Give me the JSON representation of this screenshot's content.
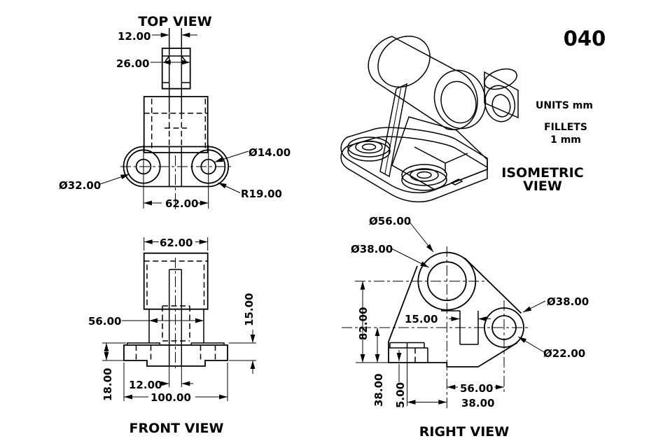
{
  "sheet": {
    "number": "040",
    "units_note": "UNITS mm",
    "fillets_note_line1": "FILLETS",
    "fillets_note_line2": "1 mm"
  },
  "views": {
    "top": {
      "label": "TOP VIEW",
      "dims": {
        "slot_width": "12.00",
        "block_width": "26.00",
        "hole_dia": "Ø14.00",
        "boss_dia": "Ø32.00",
        "end_radius": "R19.00",
        "hole_spacing": "62.00"
      }
    },
    "front": {
      "label": "FRONT VIEW",
      "dims": {
        "block_width": "62.00",
        "mid_width": "56.00",
        "base_thickness_right": "15.00",
        "base_thickness_left": "18.00",
        "slot_width": "12.00",
        "base_width": "100.00"
      }
    },
    "right": {
      "label": "RIGHT VIEW",
      "dims": {
        "boss_dia": "Ø56.00",
        "bore_dia": "Ø38.00",
        "small_boss_dia": "Ø38.00",
        "small_bore_dia": "Ø22.00",
        "notch_width": "15.00",
        "total_height": "82.00",
        "small_center_height": "38.00",
        "pad_height": "5.00",
        "center_offset": "56.00",
        "pad_offset": "38.00"
      }
    },
    "isometric": {
      "label_line1": "ISOMETRIC",
      "label_line2": "VIEW"
    }
  },
  "colors": {
    "line": "#000000",
    "background": "#ffffff",
    "part_mid": "#b6b267",
    "part_dark": "#8d894a",
    "part_light": "#c9c57c",
    "part_highlight": "#f2f1b2",
    "bore_dark": "#45431f"
  }
}
